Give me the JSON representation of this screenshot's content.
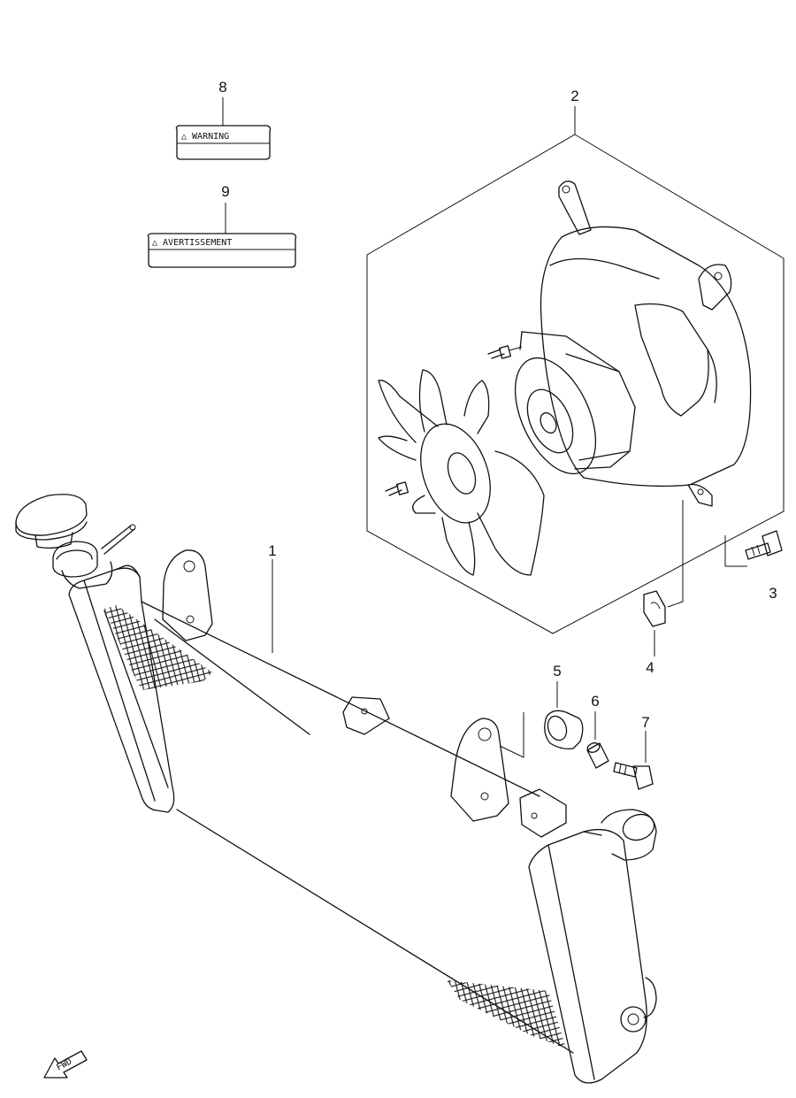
{
  "callouts": {
    "p1": "1",
    "p2": "2",
    "p3": "3",
    "p4": "4",
    "p5": "5",
    "p6": "6",
    "p7": "7",
    "p8": "8",
    "p9": "9"
  },
  "labels": {
    "warning": "△ WARNING",
    "avertissement": "△ AVERTISSEMENT"
  },
  "fwd": "FWD"
}
